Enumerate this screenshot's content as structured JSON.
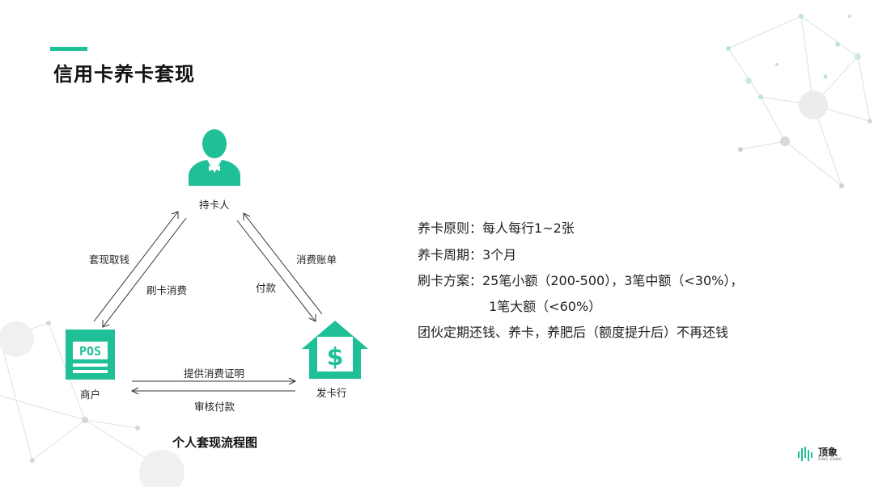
{
  "title": "信用卡养卡套现",
  "diagram": {
    "caption": "个人套现流程图",
    "nodes": {
      "holder": "持卡人",
      "merchant": "商户",
      "bank": "发卡行"
    },
    "pos_text": "POS",
    "bank_symbol": "$",
    "edges": {
      "cash_out": "套现取钱",
      "swipe": "刷卡消费",
      "bill": "消费账单",
      "payment": "付款",
      "provide_proof": "提供消费证明",
      "review_payment": "审核付款"
    }
  },
  "info": [
    "养卡原则：每人每行1~2张",
    "养卡周期：3个月",
    "刷卡方案：25笔小额（200-500），3笔中额（<30%），",
    "1笔大额（<60%）",
    "团伙定期还钱、养卡，养肥后（额度提升后）不再还钱"
  ],
  "logo": {
    "name": "顶象",
    "sub": "DING XIANG"
  },
  "colors": {
    "accent": "#1fbf98",
    "text": "#1e1e1e"
  }
}
